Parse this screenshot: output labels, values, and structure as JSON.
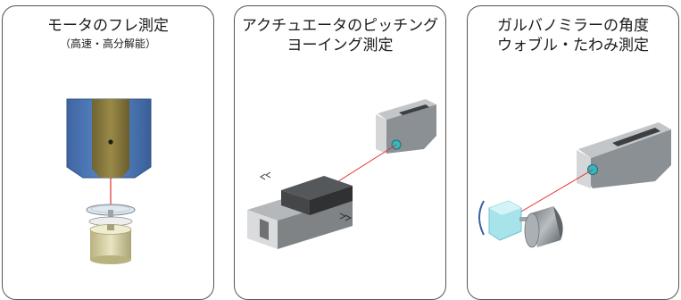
{
  "panels": [
    {
      "title_lines": [
        "モータのフレ測定"
      ],
      "subtitle": "（高速・高分解能）"
    },
    {
      "title_lines": [
        "アクチュエータのピッチング",
        "ヨーイング測定"
      ]
    },
    {
      "title_lines": [
        "ガルバノミラーの角度",
        "ウォブル・たわみ測定"
      ]
    }
  ],
  "colors": {
    "sensor_blue": "#4b78b6",
    "sensor_gold": "#8a7a3c",
    "laser": "#e03030",
    "block_gray": "#8f9396",
    "lens_cyan": "#36b7bf",
    "mirror_cyan": "#a7e3ea",
    "motor_base": "#d8d3aa",
    "panel_border": "#555555"
  },
  "icons": [
    "motor-disc-icon",
    "linear-actuator-icon",
    "sensor-head-icon",
    "galvano-mirror-icon",
    "motion-arrow-icon"
  ]
}
